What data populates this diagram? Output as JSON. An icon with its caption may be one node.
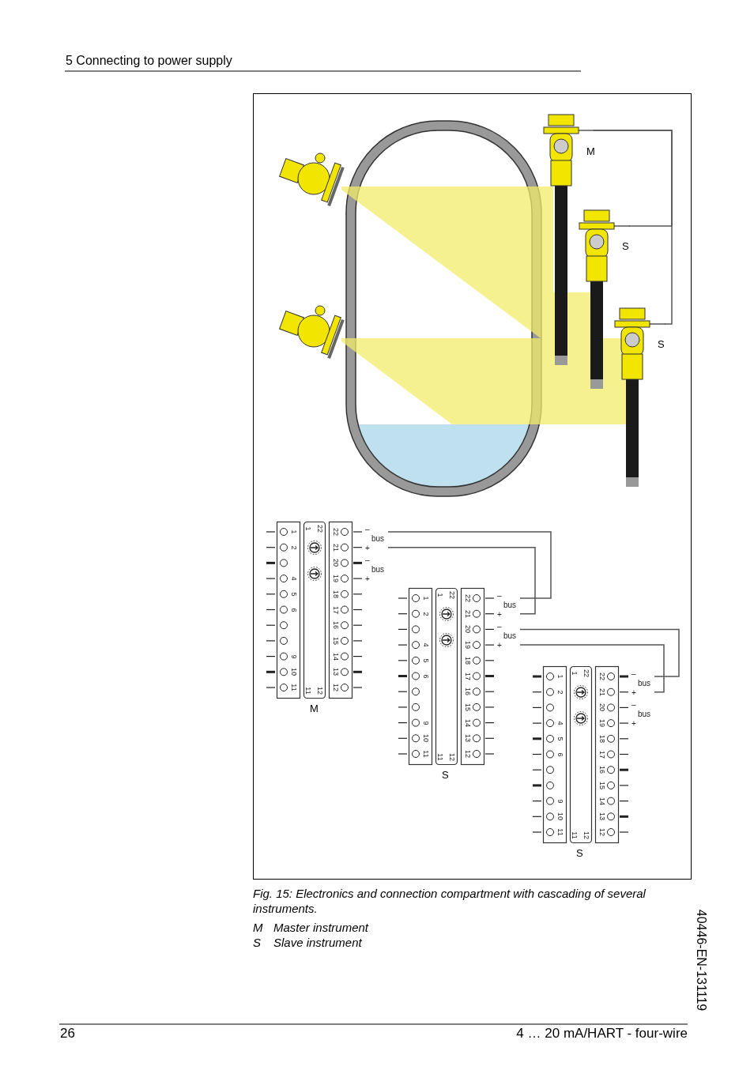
{
  "diagram": {
    "caption": "Fig. 15: Electronics and connection compartment with cascading of several instruments.",
    "nodes": [
      {
        "text": [
          "M"
        ]
      },
      {
        "text": [
          "S"
        ]
      },
      {
        "text": [
          "S"
        ]
      },
      {
        "text": [
          "M"
        ]
      },
      {
        "text": [
          "S"
        ]
      },
      {
        "text": [
          "S"
        ]
      }
    ],
    "edges": [
      {
        "from": 0,
        "to": 1,
        "arrow": "none"
      },
      {
        "from": 0,
        "to": 2,
        "arrow": "none"
      },
      {
        "from": 3,
        "to": 4,
        "arrow": "none"
      },
      {
        "from": 3,
        "to": 4,
        "arrow": "none"
      },
      {
        "from": 4,
        "to": 5,
        "arrow": "none"
      },
      {
        "from": 4,
        "to": 5,
        "arrow": "none"
      }
    ],
    "labels": [
      "5 Connecting to power supply",
      "1",
      "2",
      "4",
      "5",
      "6",
      "9",
      "10",
      "11",
      "22",
      "1",
      "11",
      "12",
      "22",
      "21",
      "20",
      "19",
      "18",
      "17",
      "16",
      "15",
      "14",
      "13",
      "12",
      "–",
      "bus",
      "+",
      "–",
      "bus",
      "+",
      "1",
      "2",
      "4",
      "5",
      "6",
      "9",
      "10",
      "11",
      "22",
      "1",
      "11",
      "12",
      "22",
      "21",
      "20",
      "19",
      "18",
      "17",
      "16",
      "15",
      "14",
      "13",
      "12",
      "–",
      "bus",
      "+",
      "–",
      "bus",
      "+",
      "1",
      "2",
      "4",
      "5",
      "6",
      "9",
      "10",
      "11",
      "22",
      "1",
      "11",
      "12",
      "22",
      "21",
      "20",
      "19",
      "18",
      "17",
      "16",
      "15",
      "14",
      "13",
      "12",
      "–",
      "bus",
      "+",
      "–",
      "bus",
      "+",
      "M",
      "Master instrument",
      "S",
      "Slave instrument",
      "26",
      "4 … 20 mA/HART - four-wire",
      "40446-EN-131119"
    ]
  }
}
